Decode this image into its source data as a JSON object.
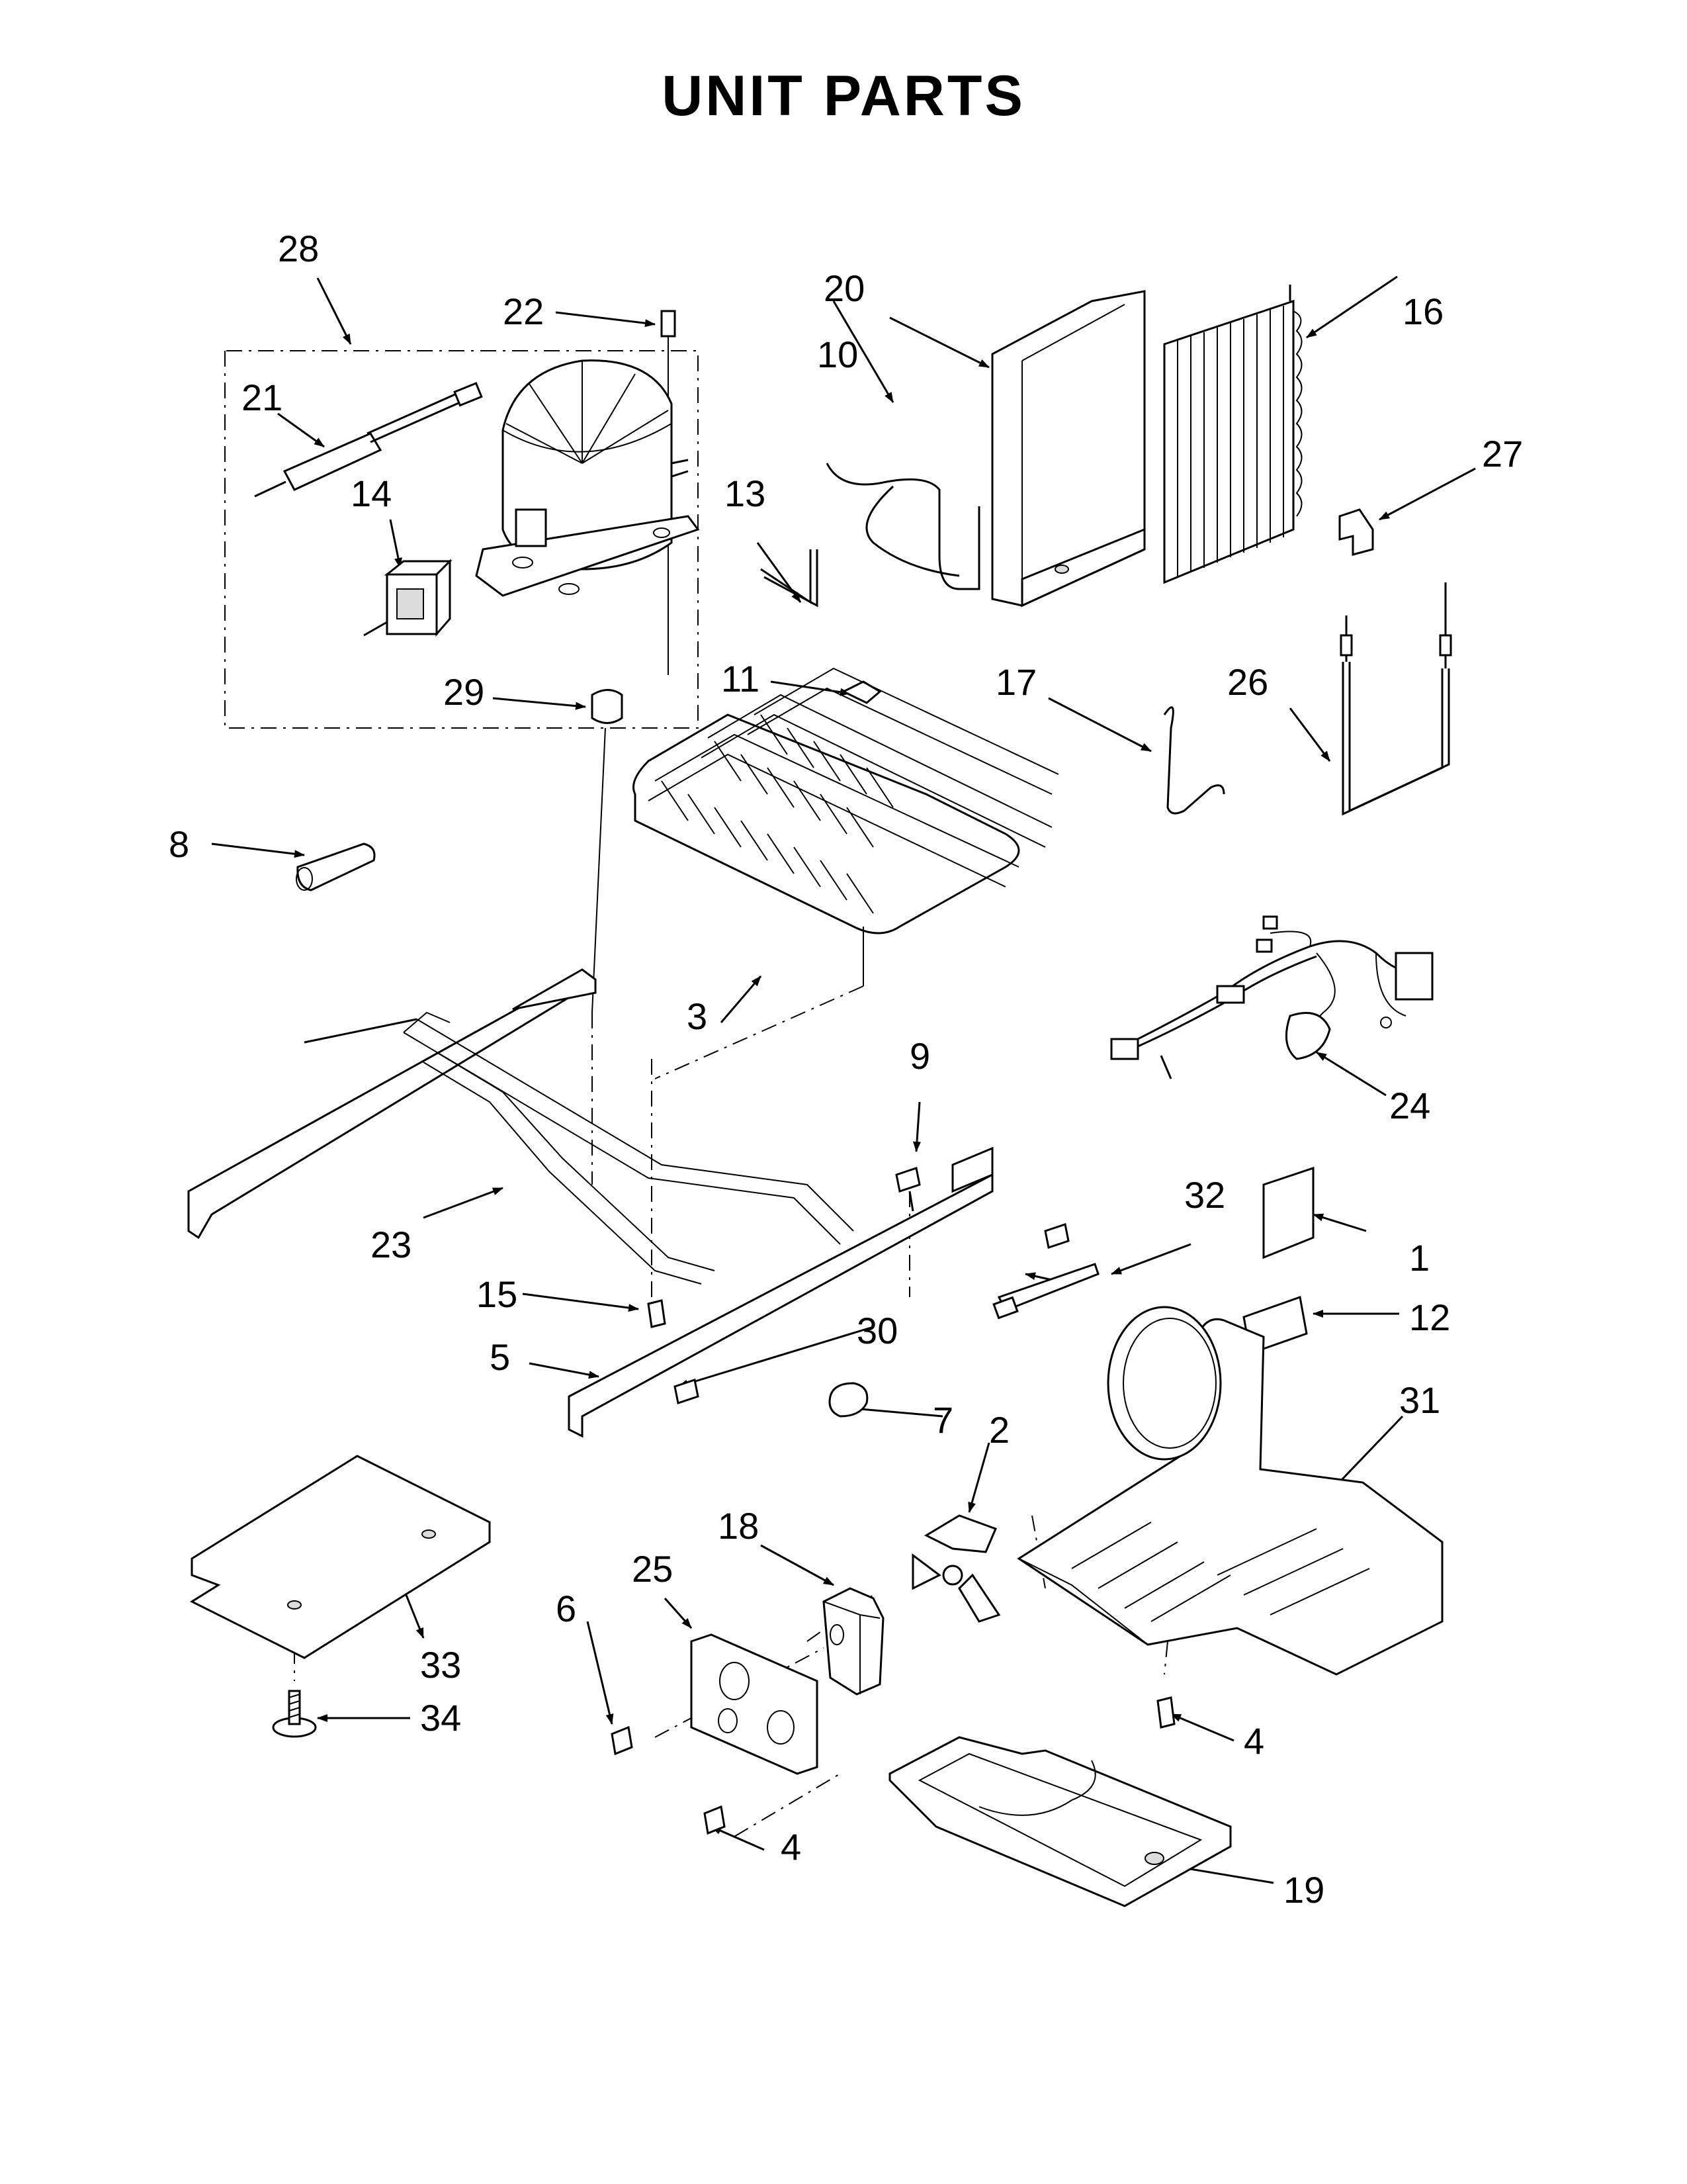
{
  "title": "UNIT PARTS",
  "callouts": [
    {
      "id": "c1",
      "label": "1"
    },
    {
      "id": "c2",
      "label": "2"
    },
    {
      "id": "c3",
      "label": "3"
    },
    {
      "id": "c4a",
      "label": "4"
    },
    {
      "id": "c4b",
      "label": "4"
    },
    {
      "id": "c5",
      "label": "5"
    },
    {
      "id": "c6",
      "label": "6"
    },
    {
      "id": "c7",
      "label": "7"
    },
    {
      "id": "c8",
      "label": "8"
    },
    {
      "id": "c9",
      "label": "9"
    },
    {
      "id": "c10",
      "label": "10"
    },
    {
      "id": "c11",
      "label": "11"
    },
    {
      "id": "c12",
      "label": "12"
    },
    {
      "id": "c13",
      "label": "13"
    },
    {
      "id": "c14",
      "label": "14"
    },
    {
      "id": "c15",
      "label": "15"
    },
    {
      "id": "c16",
      "label": "16"
    },
    {
      "id": "c17",
      "label": "17"
    },
    {
      "id": "c18",
      "label": "18"
    },
    {
      "id": "c19",
      "label": "19"
    },
    {
      "id": "c20",
      "label": "20"
    },
    {
      "id": "c21",
      "label": "21"
    },
    {
      "id": "c22",
      "label": "22"
    },
    {
      "id": "c23",
      "label": "23"
    },
    {
      "id": "c24",
      "label": "24"
    },
    {
      "id": "c25",
      "label": "25"
    },
    {
      "id": "c26",
      "label": "26"
    },
    {
      "id": "c27",
      "label": "27"
    },
    {
      "id": "c28",
      "label": "28"
    },
    {
      "id": "c29",
      "label": "29"
    },
    {
      "id": "c30",
      "label": "30"
    },
    {
      "id": "c31",
      "label": "31"
    },
    {
      "id": "c32",
      "label": "32"
    },
    {
      "id": "c33",
      "label": "33"
    },
    {
      "id": "c34",
      "label": "34"
    }
  ]
}
